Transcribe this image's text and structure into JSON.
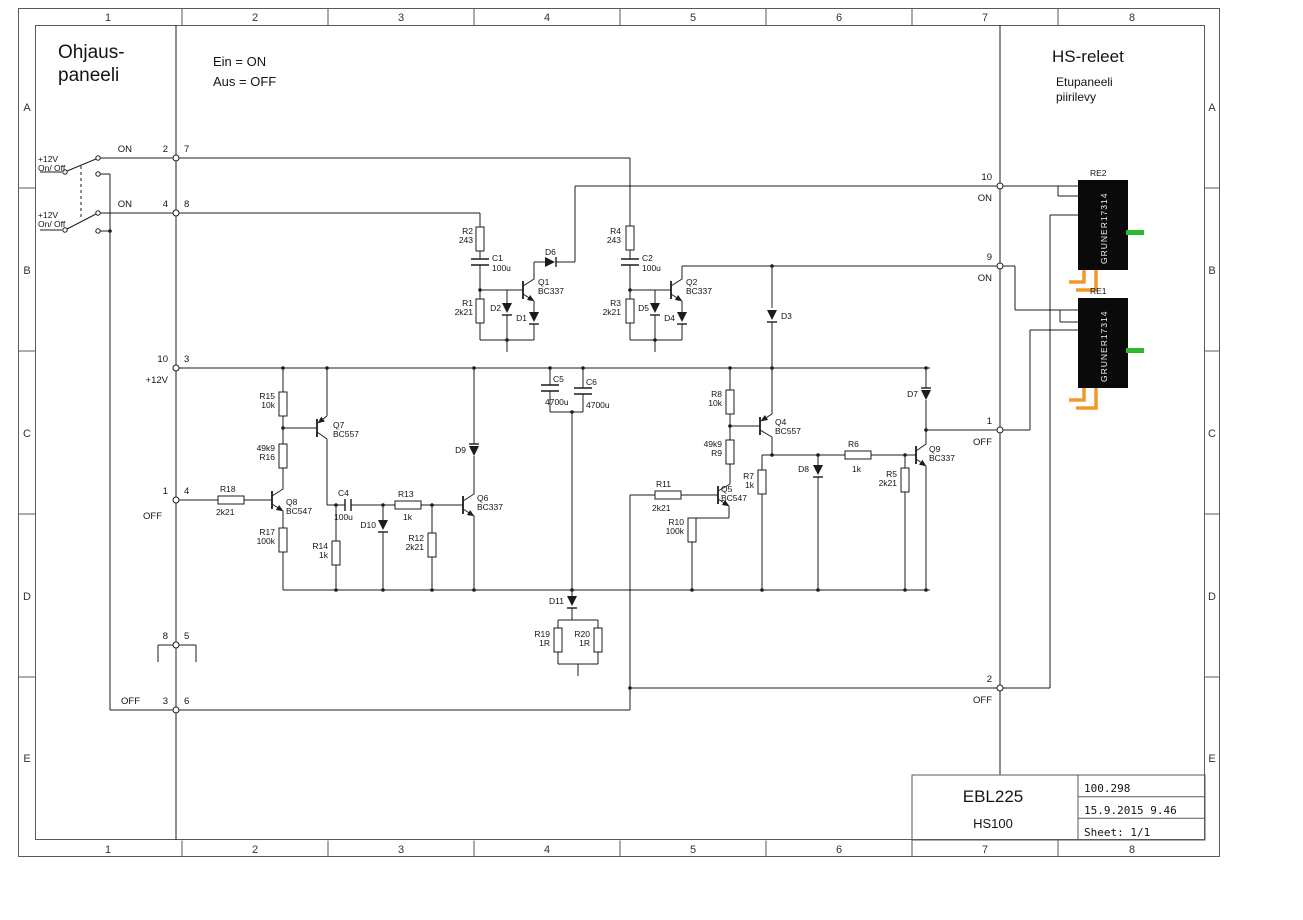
{
  "frame": {
    "columns": [
      "1",
      "2",
      "3",
      "4",
      "5",
      "6",
      "7",
      "8"
    ],
    "rows": [
      "A",
      "B",
      "C",
      "D",
      "E"
    ]
  },
  "panel_left": {
    "title_line1": "Ohjaus-",
    "title_line2": "paneeli",
    "switch1_label1": "+12V",
    "switch1_label2": "On/ Off",
    "switch2_label1": "+12V",
    "switch2_label2": "On/ Off"
  },
  "legend": {
    "line1": "Ein = ON",
    "line2": "Aus = OFF"
  },
  "panel_right": {
    "title": "HS-releet",
    "subtitle_line1": "Etupaneeli",
    "subtitle_line2": "piirilevy"
  },
  "pins_left": [
    {
      "outer": "2",
      "inner": "7",
      "label": "ON"
    },
    {
      "outer": "4",
      "inner": "8",
      "label": "ON"
    },
    {
      "outer": "10",
      "inner": "3",
      "label": "+12V"
    },
    {
      "outer": "1",
      "inner": "4",
      "label": "OFF"
    },
    {
      "outer": "8",
      "inner": "5",
      "label": ""
    },
    {
      "outer": "3",
      "inner": "6",
      "label": "OFF"
    }
  ],
  "pins_right": [
    {
      "num": "10",
      "label": "ON"
    },
    {
      "num": "9",
      "label": "ON"
    },
    {
      "num": "1",
      "label": "OFF"
    },
    {
      "num": "2",
      "label": "OFF"
    }
  ],
  "relays": {
    "re2": {
      "ref": "RE2",
      "part": "GRUNER17314"
    },
    "re1": {
      "ref": "RE1",
      "part": "GRUNER17314"
    }
  },
  "components": {
    "r1": {
      "ref": "R1",
      "value": "2k21"
    },
    "r2": {
      "ref": "R2",
      "value": "243"
    },
    "r3": {
      "ref": "R3",
      "value": "2k21"
    },
    "r4": {
      "ref": "R4",
      "value": "243"
    },
    "r5": {
      "ref": "R5",
      "value": "2k21"
    },
    "r6": {
      "ref": "R6",
      "value": "1k"
    },
    "r7": {
      "ref": "R7",
      "value": "1k"
    },
    "r8": {
      "ref": "R8",
      "value": "10k"
    },
    "r9": {
      "ref": "R9",
      "value": "49k9"
    },
    "r10": {
      "ref": "R10",
      "value": "100k"
    },
    "r11": {
      "ref": "R11",
      "value": "2k21"
    },
    "r12": {
      "ref": "R12",
      "value": "2k21"
    },
    "r13": {
      "ref": "R13",
      "value": "1k"
    },
    "r14": {
      "ref": "R14",
      "value": "1k"
    },
    "r15": {
      "ref": "R15",
      "value": "10k"
    },
    "r16": {
      "ref": "R16",
      "value": "49k9"
    },
    "r17": {
      "ref": "R17",
      "value": "100k"
    },
    "r18": {
      "ref": "R18",
      "value": "2k21"
    },
    "r19": {
      "ref": "R19",
      "value": "1R"
    },
    "r20": {
      "ref": "R20",
      "value": "1R"
    },
    "c1": {
      "ref": "C1",
      "value": "100u"
    },
    "c2": {
      "ref": "C2",
      "value": "100u"
    },
    "c4": {
      "ref": "C4",
      "value": "100u"
    },
    "c5": {
      "ref": "C5",
      "value": "4700u"
    },
    "c6": {
      "ref": "C6",
      "value": "4700u"
    },
    "q1": {
      "ref": "Q1",
      "value": "BC337"
    },
    "q2": {
      "ref": "Q2",
      "value": "BC337"
    },
    "q4": {
      "ref": "Q4",
      "value": "BC557"
    },
    "q5": {
      "ref": "Q5",
      "value": "BC547"
    },
    "q6": {
      "ref": "Q6",
      "value": "BC337"
    },
    "q7": {
      "ref": "Q7",
      "value": "BC557"
    },
    "q8": {
      "ref": "Q8",
      "value": "BC547"
    },
    "q9": {
      "ref": "Q9",
      "value": "BC337"
    },
    "d1": {
      "ref": "D1"
    },
    "d2": {
      "ref": "D2"
    },
    "d3": {
      "ref": "D3"
    },
    "d4": {
      "ref": "D4"
    },
    "d5": {
      "ref": "D5"
    },
    "d6": {
      "ref": "D6"
    },
    "d7": {
      "ref": "D7"
    },
    "d8": {
      "ref": "D8"
    },
    "d9": {
      "ref": "D9"
    },
    "d10": {
      "ref": "D10"
    },
    "d11": {
      "ref": "D11"
    }
  },
  "title_block": {
    "project": "EBL225",
    "model": "HS100",
    "doc_number": "100.298",
    "date": "15.9.2015 9.46",
    "sheet": "Sheet: 1/1"
  }
}
